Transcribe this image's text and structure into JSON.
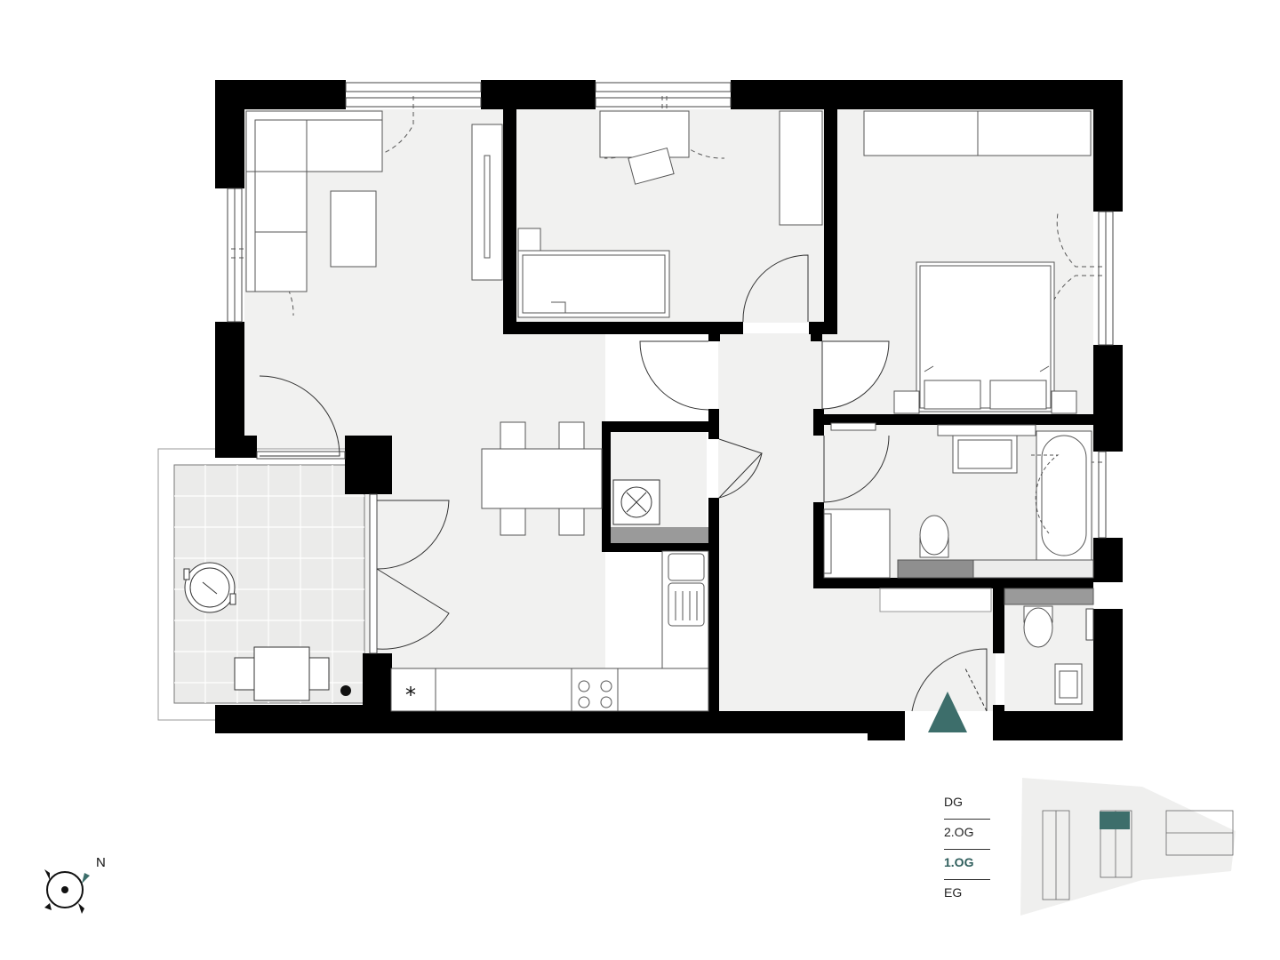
{
  "floor_selector": {
    "levels": [
      "DG",
      "2.OG",
      "1.OG",
      "EG"
    ],
    "active": "1.OG"
  },
  "compass": {
    "label": "N"
  },
  "colors": {
    "wall": "#000000",
    "floor": "#f1f1f0",
    "terrace": "#e9e9e8",
    "accent": "#3d6e6b"
  },
  "icons": {
    "entrance": "entrance-triangle-icon",
    "compass": "compass-icon",
    "fan": "ventilation-icon"
  },
  "annotations": {
    "kitchen_mark": "*"
  }
}
